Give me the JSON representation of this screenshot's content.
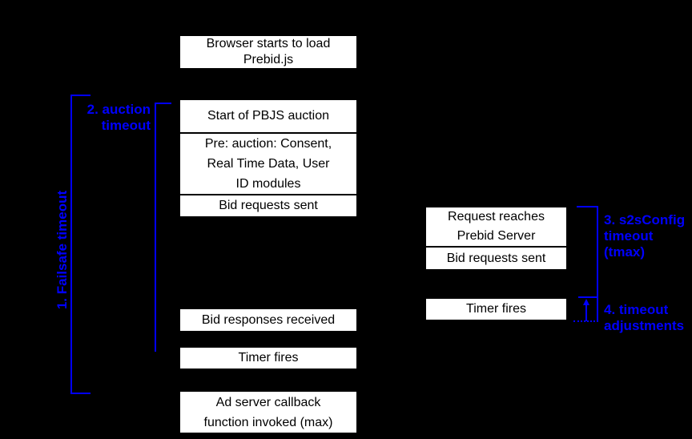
{
  "colors": {
    "background": "#000000",
    "box_fill": "#ffffff",
    "box_text": "#000000",
    "annotation_blue": "#0000ff"
  },
  "client_timeline": {
    "browser_box": {
      "line1": "Browser starts to load",
      "line2": "Prebid.js"
    },
    "auction_stack": {
      "start": "Start of PBJS auction",
      "pre_auction": {
        "line1": "Pre: auction: Consent,",
        "line2": "Real Time Data, User",
        "line3": "ID modules"
      },
      "bid_requests": "Bid requests sent"
    },
    "bid_responses": "Bid responses received",
    "timer": "Timer fires",
    "ad_server": {
      "line1": "Ad server callback",
      "line2": "function invoked (max)"
    }
  },
  "server_timeline": {
    "request_stack": {
      "request": {
        "line1": "Request reaches",
        "line2": "Prebid Server"
      },
      "bid_requests": "Bid requests sent"
    },
    "timer": "Timer fires"
  },
  "annotations": {
    "failsafe_timeout": {
      "label": "1. Failsafe timeout"
    },
    "auction_timeout": {
      "line1": "2. auction",
      "line2": "timeout"
    },
    "s2s_timeout": {
      "line1": "3. s2sConfig",
      "line2": "timeout (tmax)"
    },
    "timeout_adjustments": {
      "line1": "4. timeout",
      "line2": "adjustments"
    }
  }
}
